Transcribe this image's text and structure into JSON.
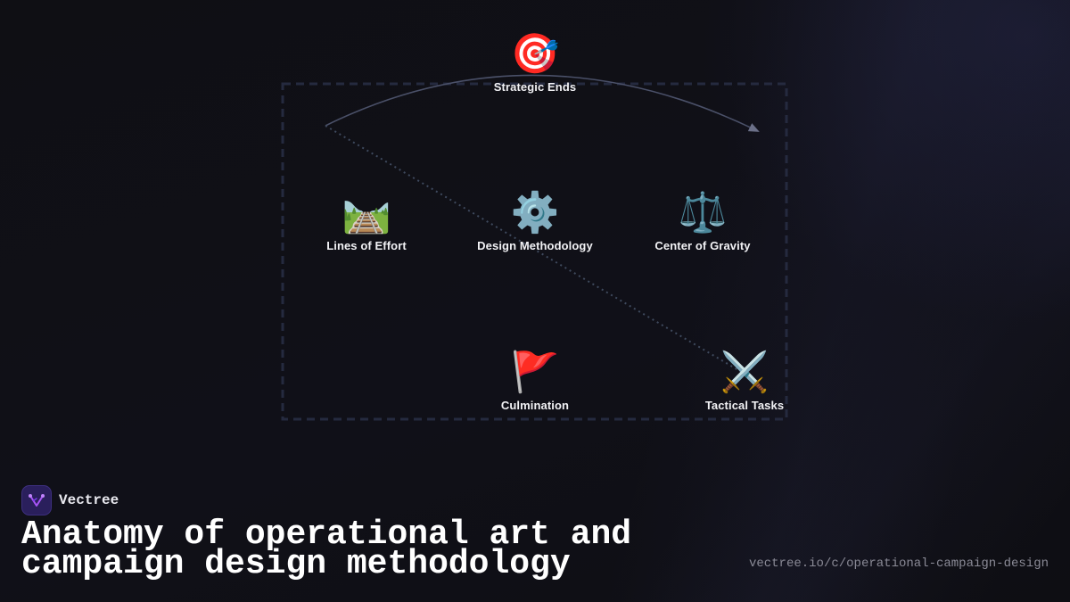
{
  "diagram": {
    "nodes": [
      {
        "id": "strategic-ends",
        "icon": "🎯",
        "icon_name": "target-icon",
        "label": "Strategic Ends"
      },
      {
        "id": "lines-of-effort",
        "icon": "🛤️",
        "icon_name": "railway-track-icon",
        "label": "Lines of Effort"
      },
      {
        "id": "design-methodology",
        "icon": "⚙️",
        "icon_name": "gear-icon",
        "label": "Design Methodology"
      },
      {
        "id": "center-of-gravity",
        "icon": "⚖️",
        "icon_name": "balance-scale-icon",
        "label": "Center of Gravity"
      },
      {
        "id": "culmination",
        "icon": "🚩",
        "icon_name": "red-flag-icon",
        "label": "Culmination"
      },
      {
        "id": "tactical-tasks",
        "icon": "⚔️",
        "icon_name": "crossed-swords-icon",
        "label": "Tactical Tasks"
      }
    ],
    "colors": {
      "frame": "#252a3f",
      "arc": "#4a5068",
      "arrowhead": "#6b7088",
      "dotted_line": "#3f4a5e"
    }
  },
  "brand": {
    "name": "Vectree",
    "logo_icon": "vectree-logo-icon",
    "logo_color": "#a855f7"
  },
  "footer": {
    "title": "Anatomy of operational art and campaign design methodology",
    "url": "vectree.io/c/operational-campaign-design"
  }
}
